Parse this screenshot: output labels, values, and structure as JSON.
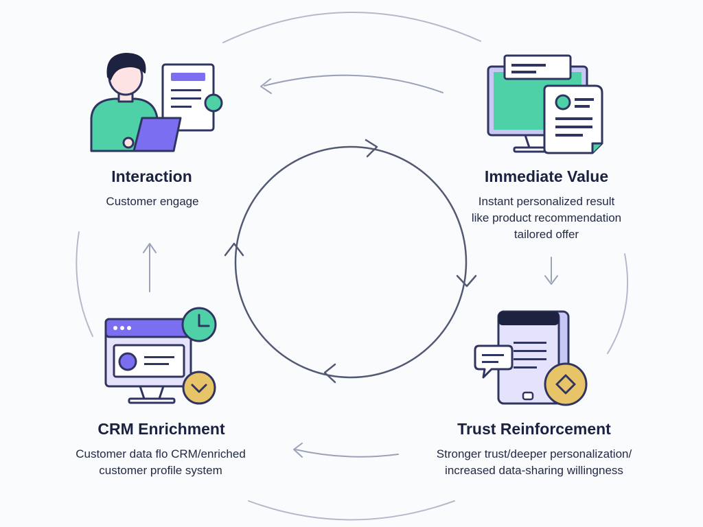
{
  "colors": {
    "navy": "#2f3560",
    "teal": "#4fd1a8",
    "lavender": "#c9c8f5",
    "purple": "#7b6ef0",
    "gold": "#e8c468",
    "arrow": "#9aa2b8",
    "circle": "#515a72"
  },
  "stages": [
    {
      "key": "interaction",
      "title": "Interaction",
      "lines": [
        "Customer engage"
      ],
      "icon": "user-laptop-icon"
    },
    {
      "key": "immediate-value",
      "title": "Immediate Value",
      "lines": [
        "Instant personalized result",
        "like product recommendation",
        "tailored offer"
      ],
      "icon": "monitor-document-icon"
    },
    {
      "key": "trust-reinforcement",
      "title": "Trust Reinforcement",
      "lines": [
        "Stronger trust/deeper personalization/",
        "increased data-sharing willingness"
      ],
      "icon": "phone-chat-icon"
    },
    {
      "key": "crm-enrichment",
      "title": "CRM Enrichment",
      "lines": [
        "Customer data flo CRM/enriched",
        "customer profile system"
      ],
      "icon": "crm-monitor-icon"
    }
  ]
}
